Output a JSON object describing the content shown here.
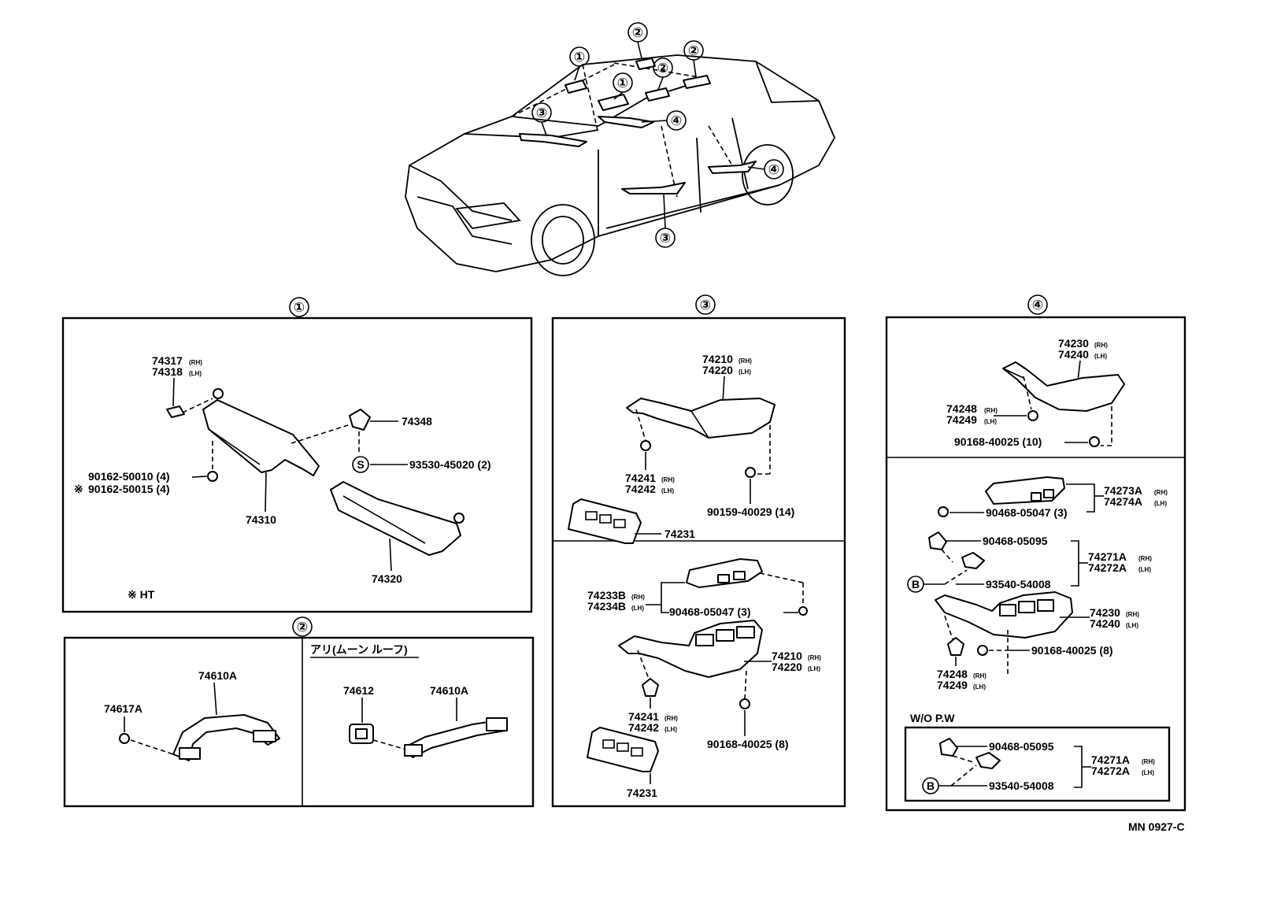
{
  "diagram_code": "MN 0927-C",
  "callouts": {
    "c1": "①",
    "c2": "②",
    "c3": "③",
    "c4": "④",
    "s": "S",
    "b": "B"
  },
  "section1": {
    "title": "①",
    "p74317": "74317",
    "p74318": "74318",
    "rh": "(RH)",
    "lh": "(LH)",
    "p74348": "74348",
    "p93530": "93530-45020 (2)",
    "p90162a": "90162-50010 (4)",
    "p90162b": "90162-50015 (4)",
    "star": "※",
    "p74310": "74310",
    "p74320": "74320",
    "note": "※ HT"
  },
  "section2": {
    "title": "②",
    "p74610a": "74610A",
    "p74617a": "74617A",
    "moonroof": "アリ(ムーン ルーフ)",
    "p74612": "74612",
    "p74610b": "74610A"
  },
  "section3": {
    "title": "③",
    "p74210": "74210",
    "p74220": "74220",
    "p74241": "74241",
    "p74242": "74242",
    "p90159": "90159-40029 (14)",
    "p74231a": "74231",
    "p74233b": "74233B",
    "p74234b": "74234B",
    "p90468": "90468-05047 (3)",
    "p74210b": "74210",
    "p74220b": "74220",
    "p74241b": "74241",
    "p74242b": "74242",
    "p90168": "90168-40025 (8)",
    "p74231b": "74231"
  },
  "section4": {
    "title": "④",
    "p74230": "74230",
    "p74240": "74240",
    "p74248": "74248",
    "p74249": "74249",
    "p90168a": "90168-40025 (10)",
    "p74273a": "74273A",
    "p74274a": "74274A",
    "p90468a": "90468-05047 (3)",
    "p90468b": "90468-05095",
    "p74271a": "74271A",
    "p74272a": "74272A",
    "p93540": "93540-54008",
    "p74230b": "74230",
    "p74240b": "74240",
    "p90168b": "90168-40025 (8)",
    "p74248b": "74248",
    "p74249b": "74249",
    "wopw": "W/O P.W",
    "p90468c": "90468-05095",
    "p74271b": "74271A",
    "p74272b": "74272A",
    "p93540b": "93540-54008"
  }
}
